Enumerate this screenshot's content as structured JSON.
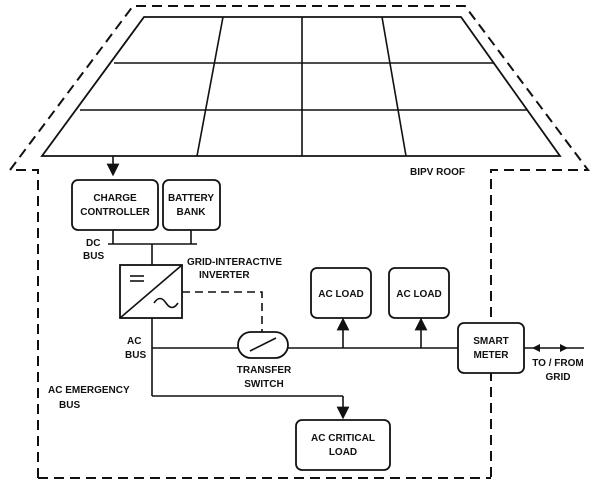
{
  "roof_label": "BIPV ROOF",
  "blocks": {
    "charge_controller": [
      "CHARGE",
      "CONTROLLER"
    ],
    "battery_bank": [
      "BATTERY",
      "BANK"
    ],
    "ac_load_1": "AC LOAD",
    "ac_load_2": "AC LOAD",
    "smart_meter": [
      "SMART",
      "METER"
    ],
    "ac_critical_load": [
      "AC CRITICAL",
      "LOAD"
    ]
  },
  "labels": {
    "dc_bus": [
      "DC",
      "BUS"
    ],
    "inverter": [
      "GRID-INTERACTIVE",
      "INVERTER"
    ],
    "ac_bus": [
      "AC",
      "BUS"
    ],
    "transfer_switch": [
      "TRANSFER",
      "SWITCH"
    ],
    "ac_emergency_bus": [
      "AC EMERGENCY",
      "BUS"
    ],
    "grid": [
      "TO / FROM",
      "GRID"
    ]
  },
  "colors": {
    "line": "#111111",
    "background": "#ffffff"
  }
}
